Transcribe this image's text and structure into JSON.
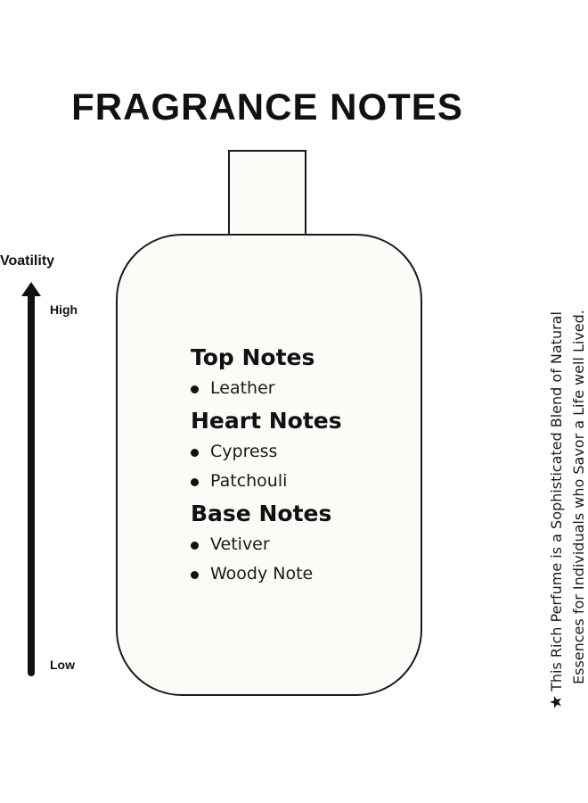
{
  "title": "FRAGRANCE NOTES",
  "axis": {
    "label": "Voatility",
    "high": "High",
    "low": "Low"
  },
  "sections": [
    {
      "title": "Top Notes",
      "items": [
        "Leather"
      ]
    },
    {
      "title": "Heart Notes",
      "items": [
        "Cypress",
        "Patchouli"
      ]
    },
    {
      "title": "Base Notes",
      "items": [
        "Vetiver",
        "Woody Note"
      ]
    }
  ],
  "side_note": {
    "star_icon": "★",
    "line1": "This Rich Perfume is a Sophisticated Blend of Natural",
    "line2": "Essences for Individuals who Savor a Life well Lived."
  },
  "colors": {
    "bottle_fill": "#fdfbf7",
    "ink": "#111111"
  }
}
